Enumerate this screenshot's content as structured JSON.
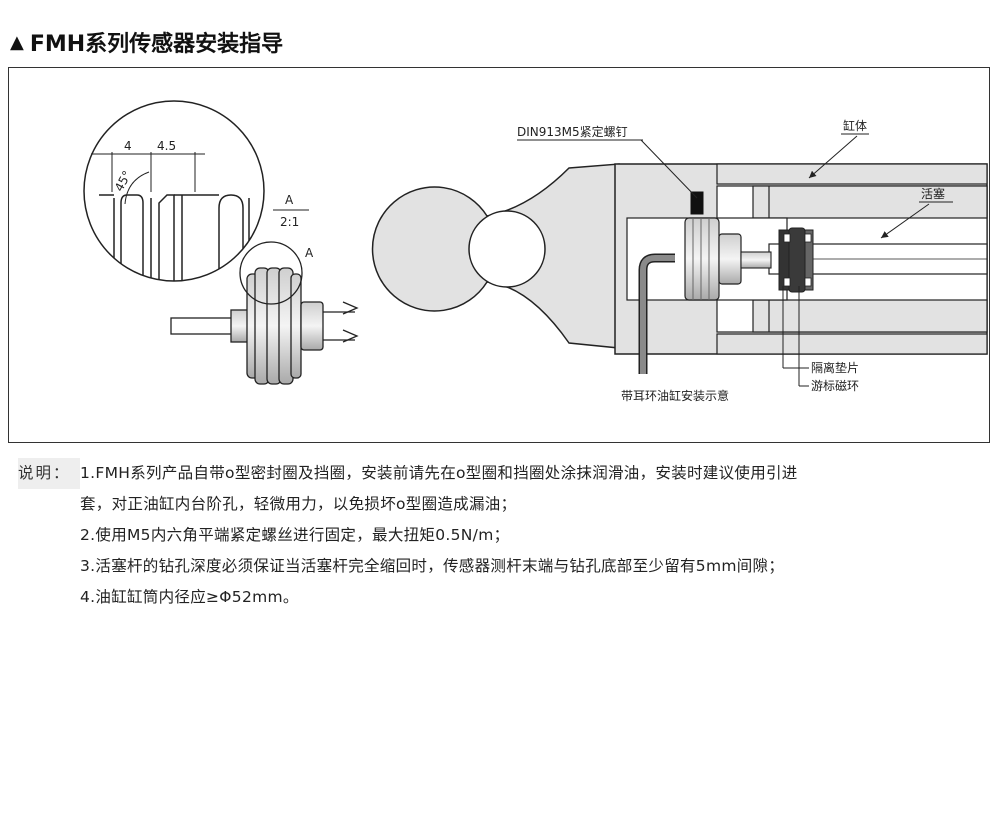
{
  "page": {
    "title_marker": "▲",
    "title": "FMH系列传感器安装指导"
  },
  "figure": {
    "detail": {
      "dim_left": "4",
      "dim_right": "4.5",
      "angle": "45°",
      "view_label": "A",
      "scale": "2:1",
      "callout_label": "A"
    },
    "section": {
      "screw_label": "DIN913M5紧定螺钉",
      "cylinder_label": "缸体",
      "piston_label": "活塞",
      "spacer_label": "隔离垫片",
      "magnet_label": "游标磁环",
      "caption": "带耳环油缸安装示意"
    }
  },
  "notes": {
    "label": "说明：",
    "items": [
      "1.FMH系列产品自带o型密封圈及挡圈，安装前请先在o型圈和挡圈处涂抹润滑油，安装时建议使用引进",
      "套，对正油缸内台阶孔，轻微用力，以免损坏o型圈造成漏油；",
      "2.使用M5内六角平端紧定螺丝进行固定，最大扭矩0.5N/m；",
      "3.活塞杆的钻孔深度必须保证当活塞杆完全缩回时，传感器测杆末端与钻孔底部至少留有5mm间隙；",
      "4.油缸缸筒内径应≥Φ52mm。"
    ]
  }
}
